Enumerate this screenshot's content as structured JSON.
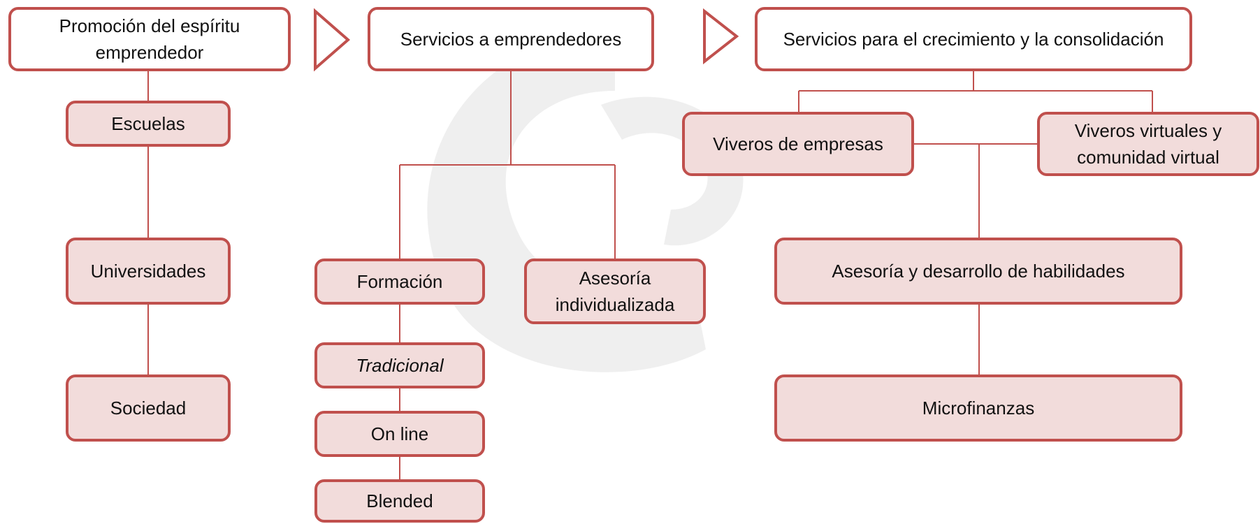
{
  "colors": {
    "border": "#c0504d",
    "sub_fill": "#f2dcdb",
    "head_fill": "#ffffff",
    "watermark": "#eeeeee"
  },
  "columns": {
    "col1": {
      "header": "Promoción del espíritu emprendedor",
      "items": [
        "Escuelas",
        "Universidades",
        "Sociedad"
      ]
    },
    "col2": {
      "header": "Servicios a emprendedores",
      "formacion": "Formación",
      "formacion_items": [
        "Tradicional",
        "On line",
        "Blended"
      ],
      "asesoria": "Asesoría individualizada"
    },
    "col3": {
      "header": "Servicios para el crecimiento y la consolidación",
      "viveros": "Viveros de empresas",
      "viveros_virtuales": "Viveros virtuales y comunidad virtual",
      "asesoria_habilidades": "Asesoría y desarrollo de habilidades",
      "microfinanzas": "Microfinanzas"
    }
  },
  "arrows": [
    "arrow-1",
    "arrow-2"
  ]
}
